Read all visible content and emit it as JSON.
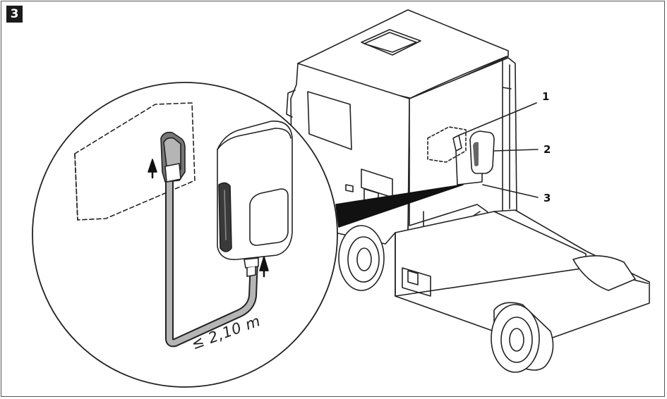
{
  "figure": {
    "number": "3"
  },
  "callouts": [
    {
      "label": "1"
    },
    {
      "label": "2"
    },
    {
      "label": "3"
    }
  ],
  "detail": {
    "cable_length_label": "≤ 2,10 m"
  },
  "colors": {
    "line": "#222222",
    "cable_fill": "#b5b5b5",
    "wedge": "#111111",
    "badge": "#1a1a1a"
  }
}
